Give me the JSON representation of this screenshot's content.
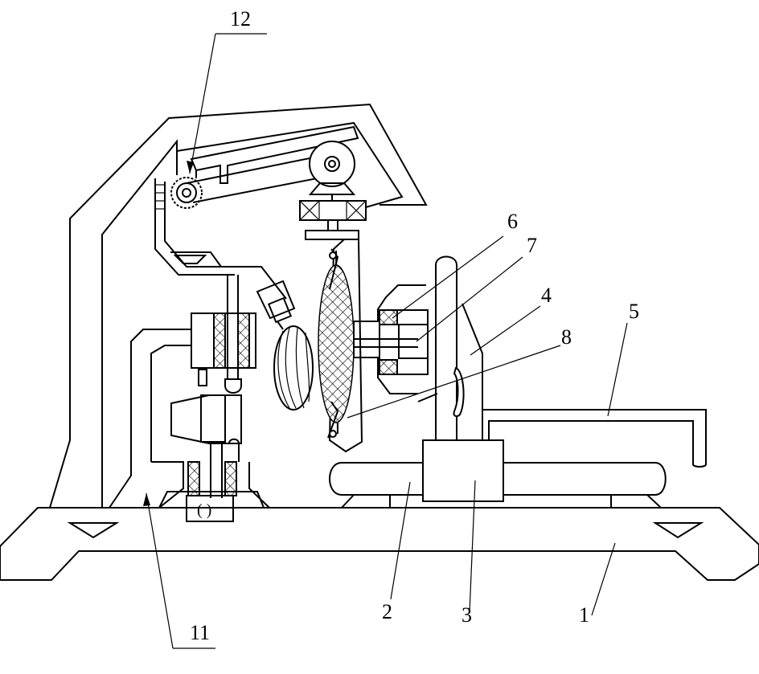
{
  "labels": {
    "l1": "1",
    "l2": "2",
    "l3": "3",
    "l4": "4",
    "l5": "5",
    "l6": "6",
    "l7": "7",
    "l8": "8",
    "l11": "11",
    "l12": "12"
  }
}
